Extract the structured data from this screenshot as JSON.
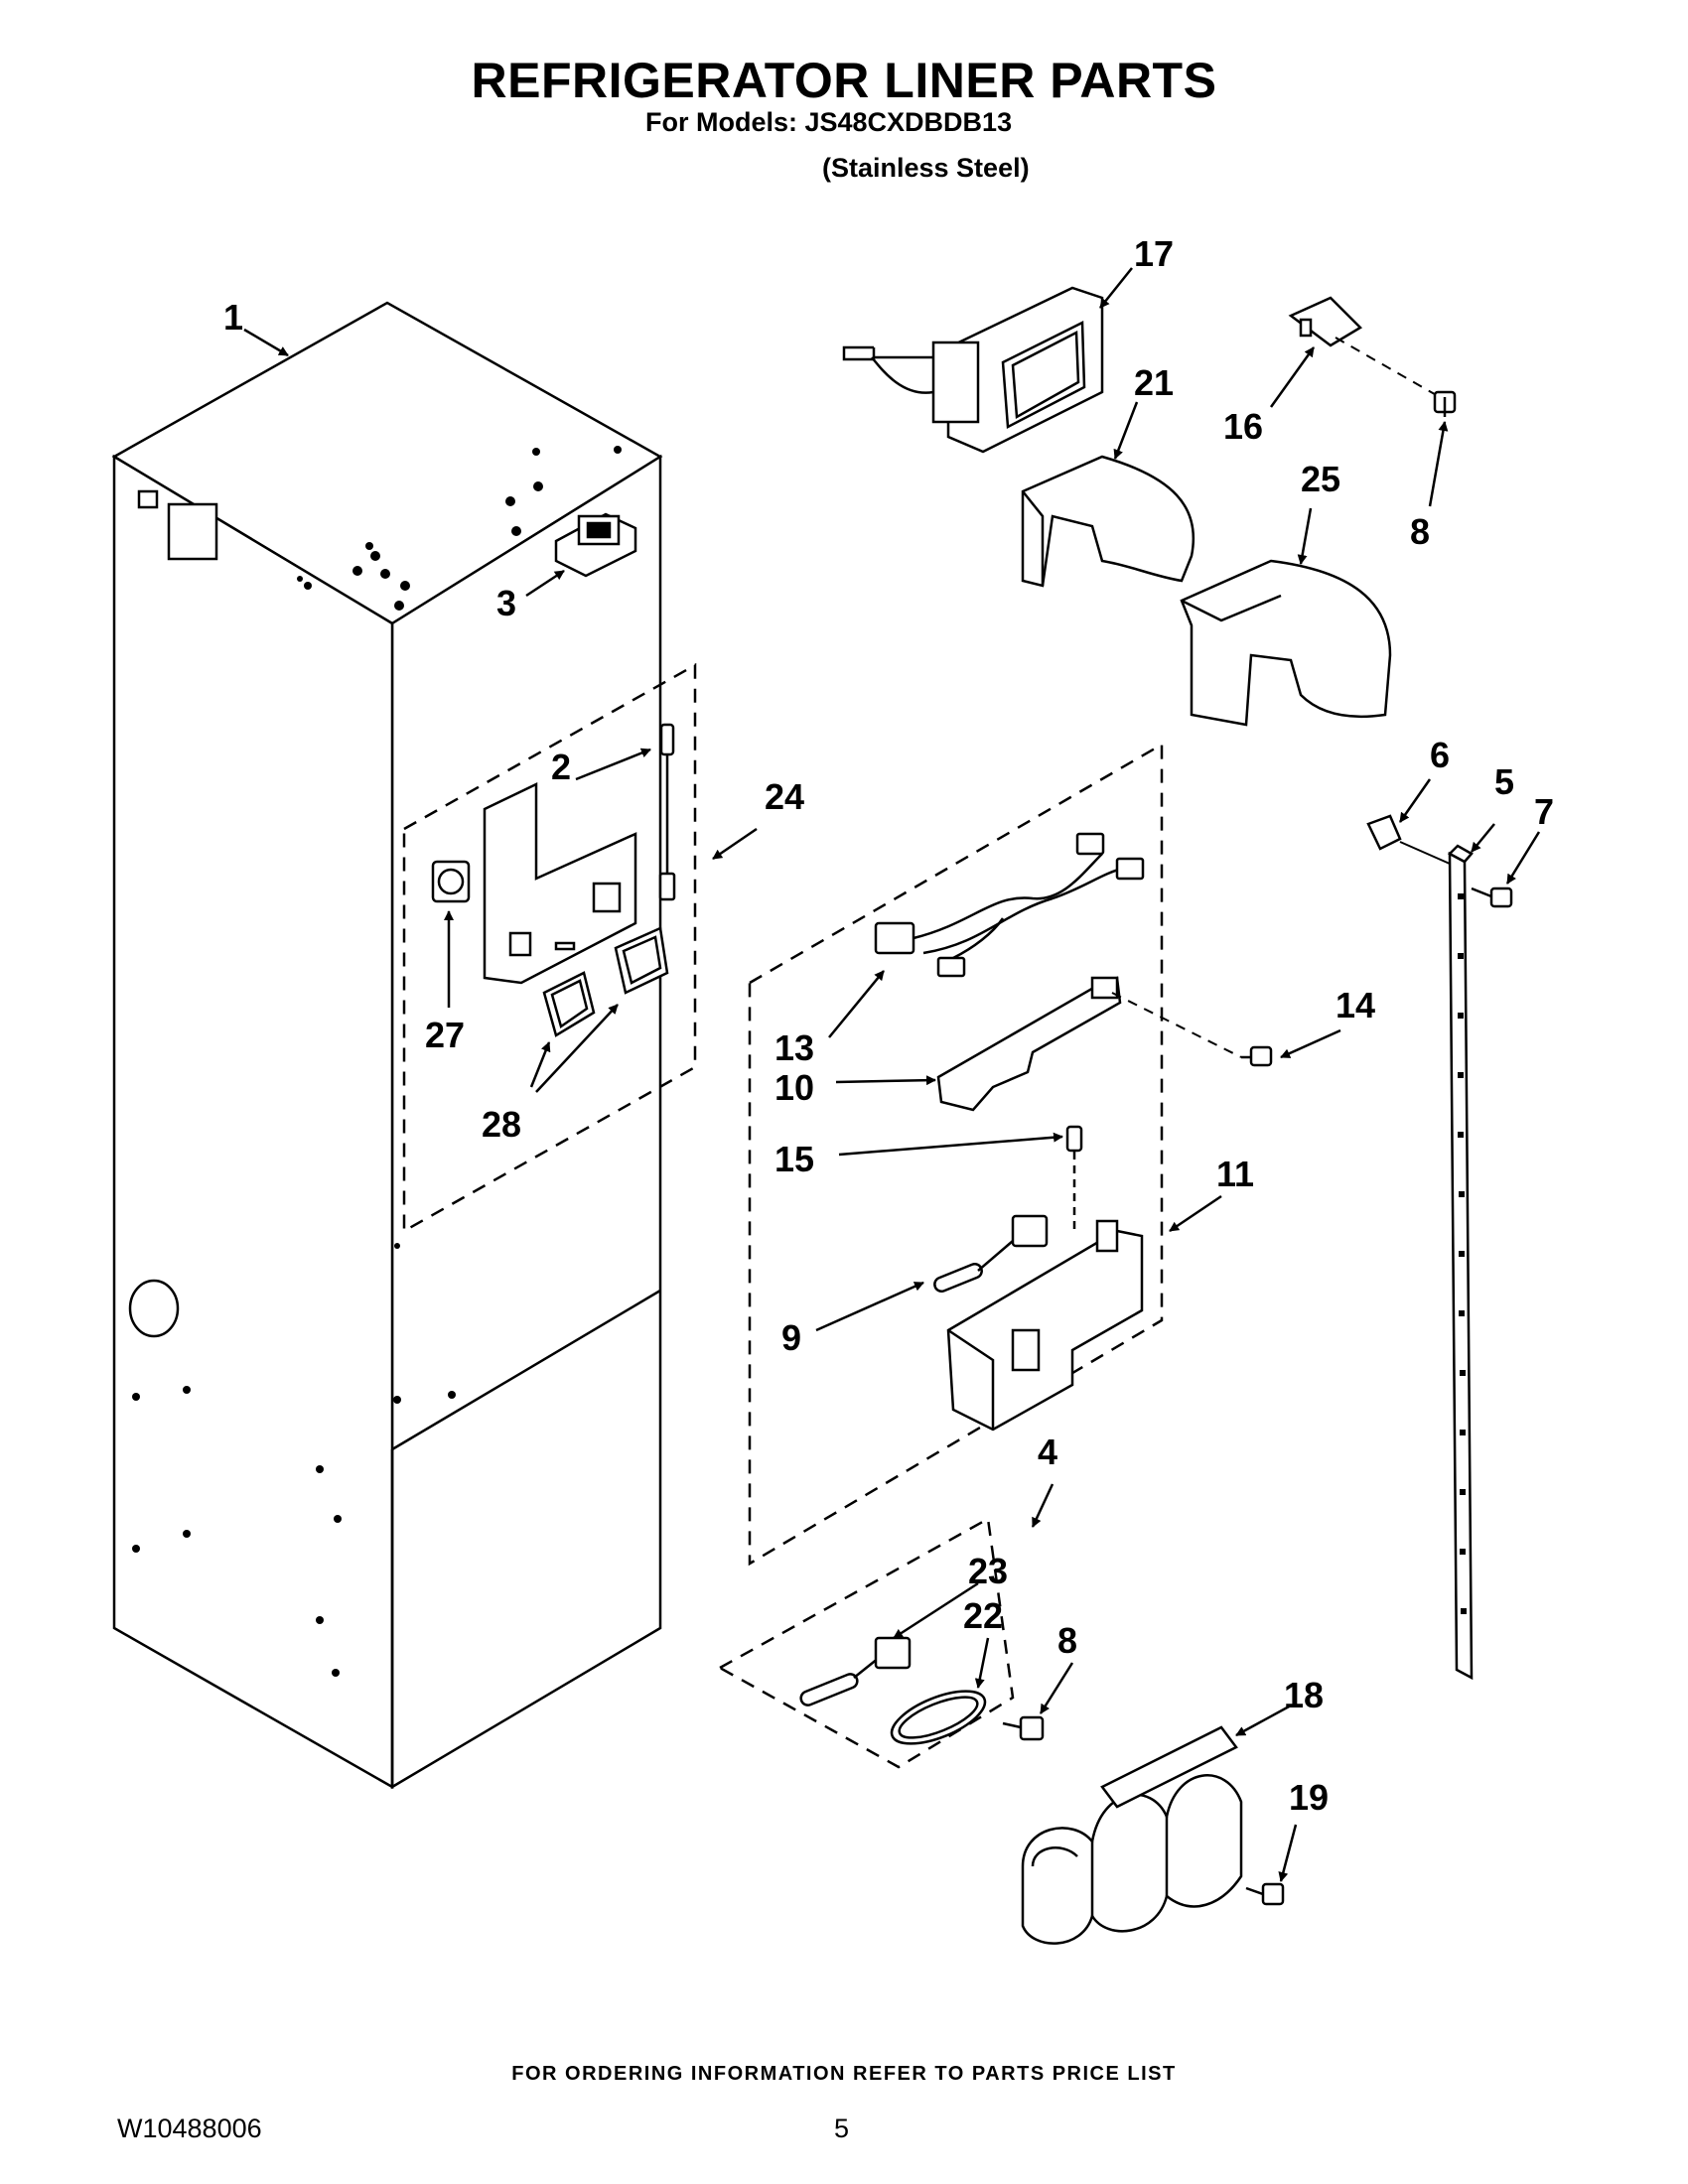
{
  "header": {
    "title": "REFRIGERATOR LINER PARTS",
    "models": "For Models: JS48CXDBDB13",
    "variant": "(Stainless Steel)"
  },
  "footer": {
    "note": "FOR ORDERING INFORMATION REFER TO PARTS PRICE LIST",
    "doc_number": "W10488006",
    "page": "5"
  },
  "callouts": {
    "c1": "1",
    "c2": "2",
    "c3": "3",
    "c4": "4",
    "c5": "5",
    "c6": "6",
    "c7": "7",
    "c8a": "8",
    "c8b": "8",
    "c9": "9",
    "c10": "10",
    "c11": "11",
    "c13": "13",
    "c14": "14",
    "c15": "15",
    "c16": "16",
    "c17": "17",
    "c18": "18",
    "c19": "19",
    "c21": "21",
    "c22": "22",
    "c23": "23",
    "c24": "24",
    "c25": "25",
    "c27": "27",
    "c28": "28"
  }
}
